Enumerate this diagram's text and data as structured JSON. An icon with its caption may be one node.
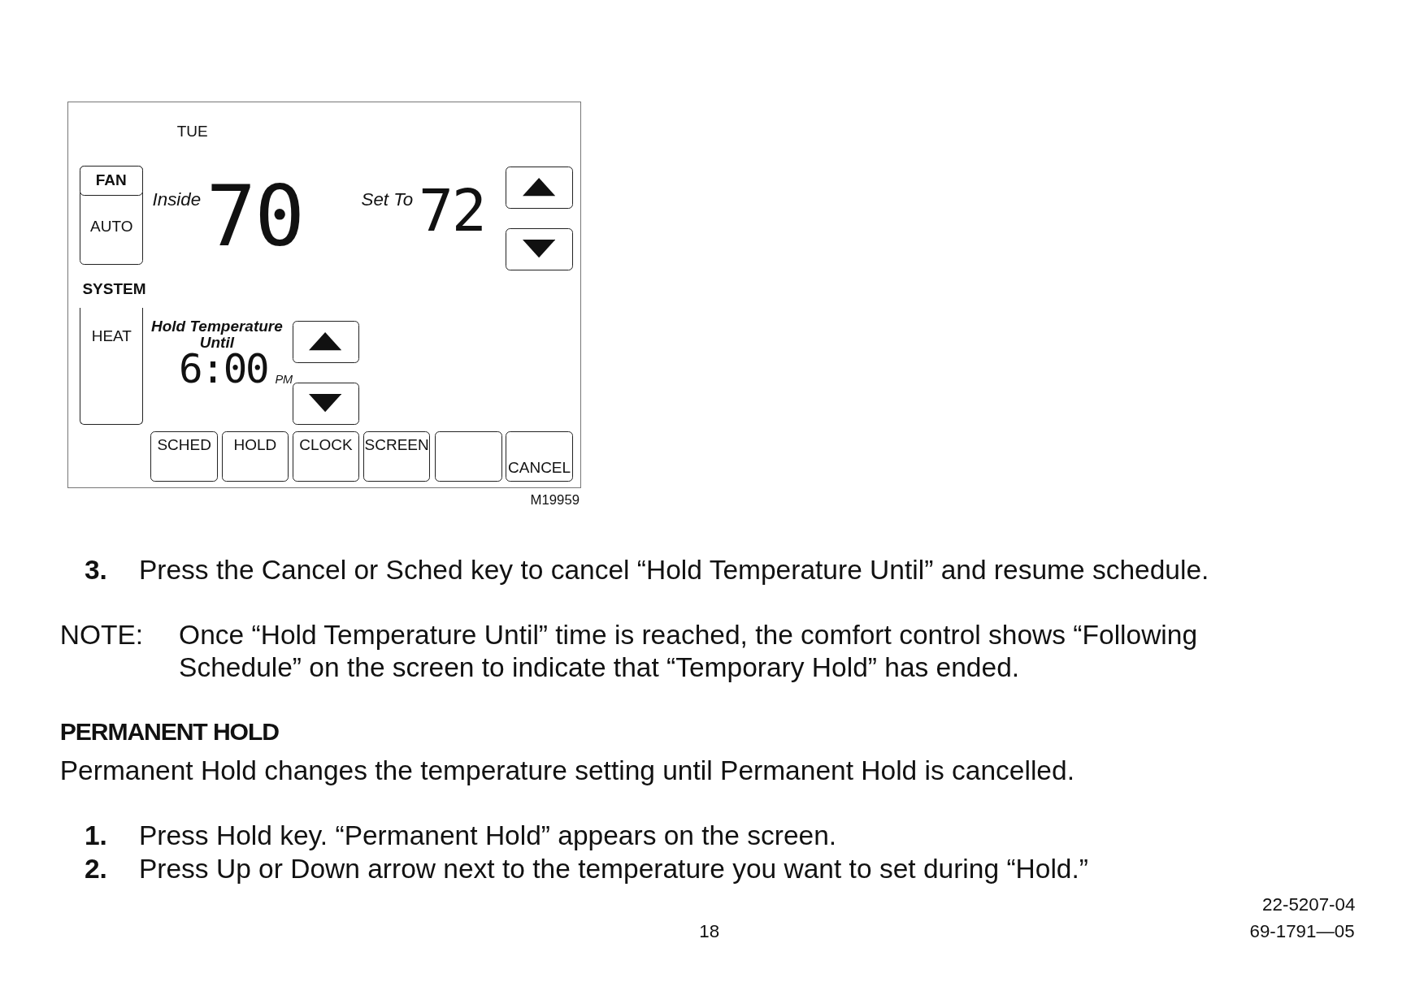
{
  "diagram": {
    "nodes": [
      {
        "text": [],
        "shape": "box"
      },
      {
        "text": [
          "FAN",
          "AUTO"
        ],
        "in": 0
      },
      {
        "text": [],
        "shape": "box",
        "in": 0
      },
      {
        "text": [],
        "shape": "box",
        "in": 0
      },
      {
        "text": [
          "SYSTEM",
          "HEAT"
        ],
        "in": 0
      },
      {
        "text": [],
        "shape": "box",
        "in": 0
      },
      {
        "text": [],
        "shape": "box",
        "in": 0
      },
      {
        "text": [
          "SCHED"
        ],
        "in": 0
      },
      {
        "text": [
          "HOLD"
        ],
        "in": 0
      },
      {
        "text": [
          "CLOCK"
        ],
        "in": 0
      },
      {
        "text": [
          "SCREEN"
        ],
        "in": 0
      },
      {
        "text": [],
        "shape": "box",
        "in": 0
      },
      {
        "text": [
          "CANCEL"
        ],
        "in": 0
      }
    ],
    "edges": [],
    "labels": [
      "TUE",
      "Inside",
      "70",
      "Set To",
      "72",
      "Hold Temperature Until",
      "6:00",
      "PM",
      "M19959",
      "3.",
      "Press the Cancel or Sched key to cancel “Hold Temperature Until” and resume schedule.",
      "NOTE:",
      "Once “Hold Temperature Until” time is reached, the comfort control shows “Following Schedule” on the screen to indicate that “Temporary Hold” has ended.",
      "PERMANENT HOLD",
      "Permanent Hold changes the temperature setting until Permanent Hold is cancelled.",
      "1.",
      "Press Hold key. “Permanent Hold” appears on the screen.",
      "2.",
      "Press Up or Down arrow next to the temperature you want to set during “Hold.”",
      "22-5207-04",
      "18",
      "69-1791—05"
    ]
  }
}
